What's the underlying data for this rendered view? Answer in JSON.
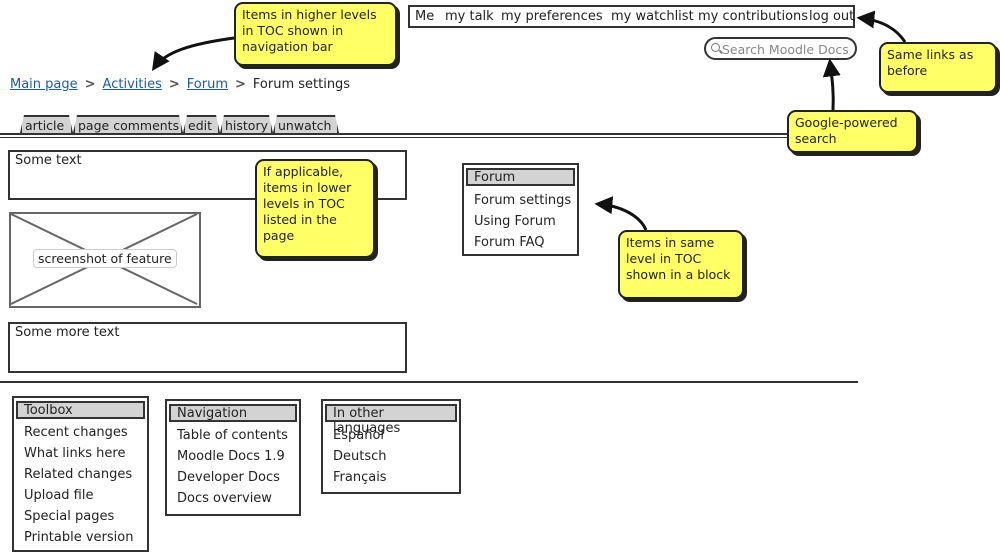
{
  "userbar": [
    "Me",
    "my talk",
    "my preferences",
    "my watchlist",
    "my contributions",
    "log out"
  ],
  "search": {
    "placeholder": "Search Moodle Docs",
    "icon": "search-icon"
  },
  "breadcrumb": {
    "items": [
      "Main page",
      "Activities",
      "Forum"
    ],
    "current": "Forum settings",
    "separator": ">"
  },
  "tabs": [
    "article",
    "page comments",
    "edit",
    "history",
    "unwatch"
  ],
  "content": {
    "text1": "Some text",
    "screenshot_label": "screenshot of feature",
    "text2": "Some more text"
  },
  "toc_block": {
    "title": "Forum",
    "items": [
      "Forum settings",
      "Using Forum",
      "Forum FAQ"
    ]
  },
  "toolbox": {
    "title": "Toolbox",
    "items": [
      "Recent changes",
      "What links here",
      "Related changes",
      "Upload file",
      "Special pages",
      "Printable version"
    ]
  },
  "navigation": {
    "title": "Navigation",
    "items": [
      "Table of contents",
      "Moodle Docs 1.9",
      "Developer Docs",
      "Docs overview"
    ]
  },
  "languages": {
    "title": "In other languages",
    "items": [
      "Español",
      "Deutsch",
      "Français"
    ]
  },
  "notes": {
    "toc_higher": "Items in higher levels in TOC shown in navigation bar",
    "same_links": "Same links as before",
    "google": "Google-powered search",
    "toc_lower": "If applicable, items in lower levels in TOC listed in the page",
    "toc_same": "Items in same level in TOC shown in a block"
  },
  "colors": {
    "note": "#ffff66",
    "link": "#1f5aa6",
    "header_gray": "#d3d3d3"
  }
}
